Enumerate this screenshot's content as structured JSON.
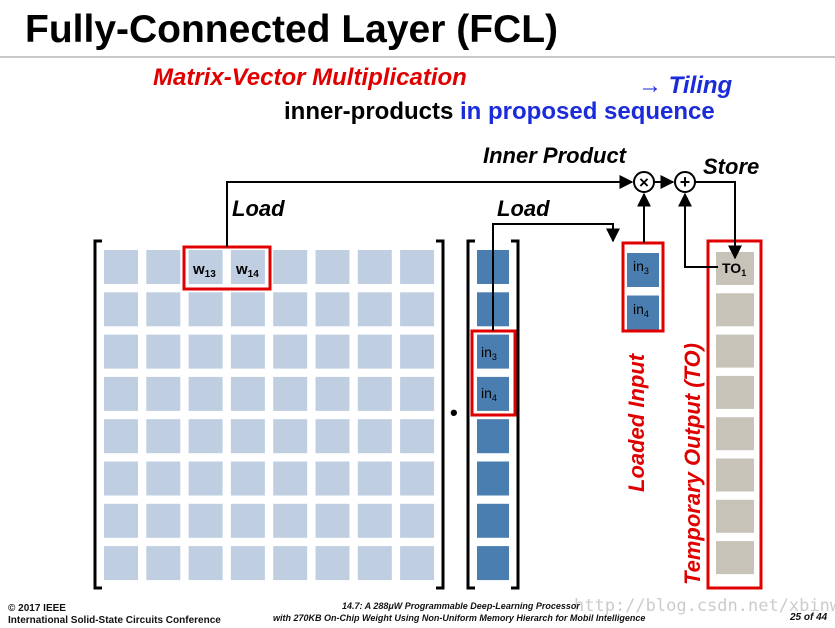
{
  "slide": {
    "title": "Fully-Connected Layer (FCL)",
    "subtitle_red": "Matrix-Vector Multiplication",
    "tiling_label": "→ Tiling",
    "subtitle_black": "inner-products",
    "subtitle_blue": "in proposed sequence"
  },
  "diagram": {
    "inner_product_label": "Inner Product",
    "store_label": "Store",
    "load_weight_label": "Load",
    "load_input_label": "Load",
    "multiply_symbol": "×",
    "add_symbol": "+",
    "dot_symbol": "•",
    "weights": [
      {
        "base": "w",
        "sub": "13"
      },
      {
        "base": "w",
        "sub": "14"
      }
    ],
    "inputs": [
      {
        "base": "in",
        "sub": "3"
      },
      {
        "base": "in",
        "sub": "4"
      }
    ],
    "loaded_inputs": [
      {
        "base": "in",
        "sub": "3"
      },
      {
        "base": "in",
        "sub": "4"
      }
    ],
    "temp_output_first": {
      "base": "TO",
      "sub": "1"
    },
    "loaded_input_caption": "Loaded Input",
    "temp_output_caption": "Temporary Output (TO)",
    "colors": {
      "matrix_cell": "#bfcfe1",
      "vector_cell": "#4a7db0",
      "output_cell": "#c8c3b8",
      "highlight": "#e00000",
      "arrow": "#000000"
    }
  },
  "footer": {
    "copyright": "© 2017 IEEE",
    "conference": "International Solid-State Circuits Conference",
    "talk_line1": "14.7: A 288μW Programmable Deep-Learning Processor",
    "talk_line2": "with 270KB On-Chip Weight Using Non-Uniform Memory Hierarch for Mobil Intelligence",
    "page": "25 of 44"
  },
  "watermark": "http://blog.csdn.net/xbinworld"
}
